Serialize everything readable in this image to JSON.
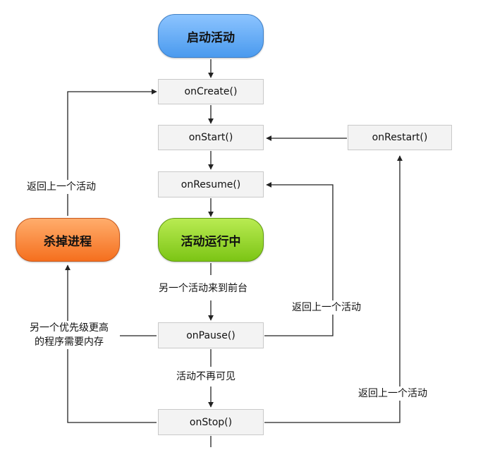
{
  "nodes": {
    "start_activity": "启动活动",
    "on_create": "onCreate()",
    "on_start": "onStart()",
    "on_restart": "onRestart()",
    "on_resume": "onResume()",
    "kill_process": "杀掉进程",
    "activity_running": "活动运行中",
    "on_pause": "onPause()",
    "on_stop": "onStop()"
  },
  "labels": {
    "return_left_top": "返回上一个活动",
    "another_activity_foreground": "另一个活动来到前台",
    "return_right_mid": "返回上一个活动",
    "higher_priority_app_line1": "另一个优先级更高",
    "higher_priority_app_line2": "的程序需要内存",
    "activity_not_visible": "活动不再可见",
    "return_right_bottom": "返回上一个活动"
  },
  "colors": {
    "start_pill": "#5aa7f5",
    "kill_pill": "#f67c2c",
    "running_pill": "#8fd21f",
    "method_box": "#f3f3f3",
    "line": "#222222"
  }
}
